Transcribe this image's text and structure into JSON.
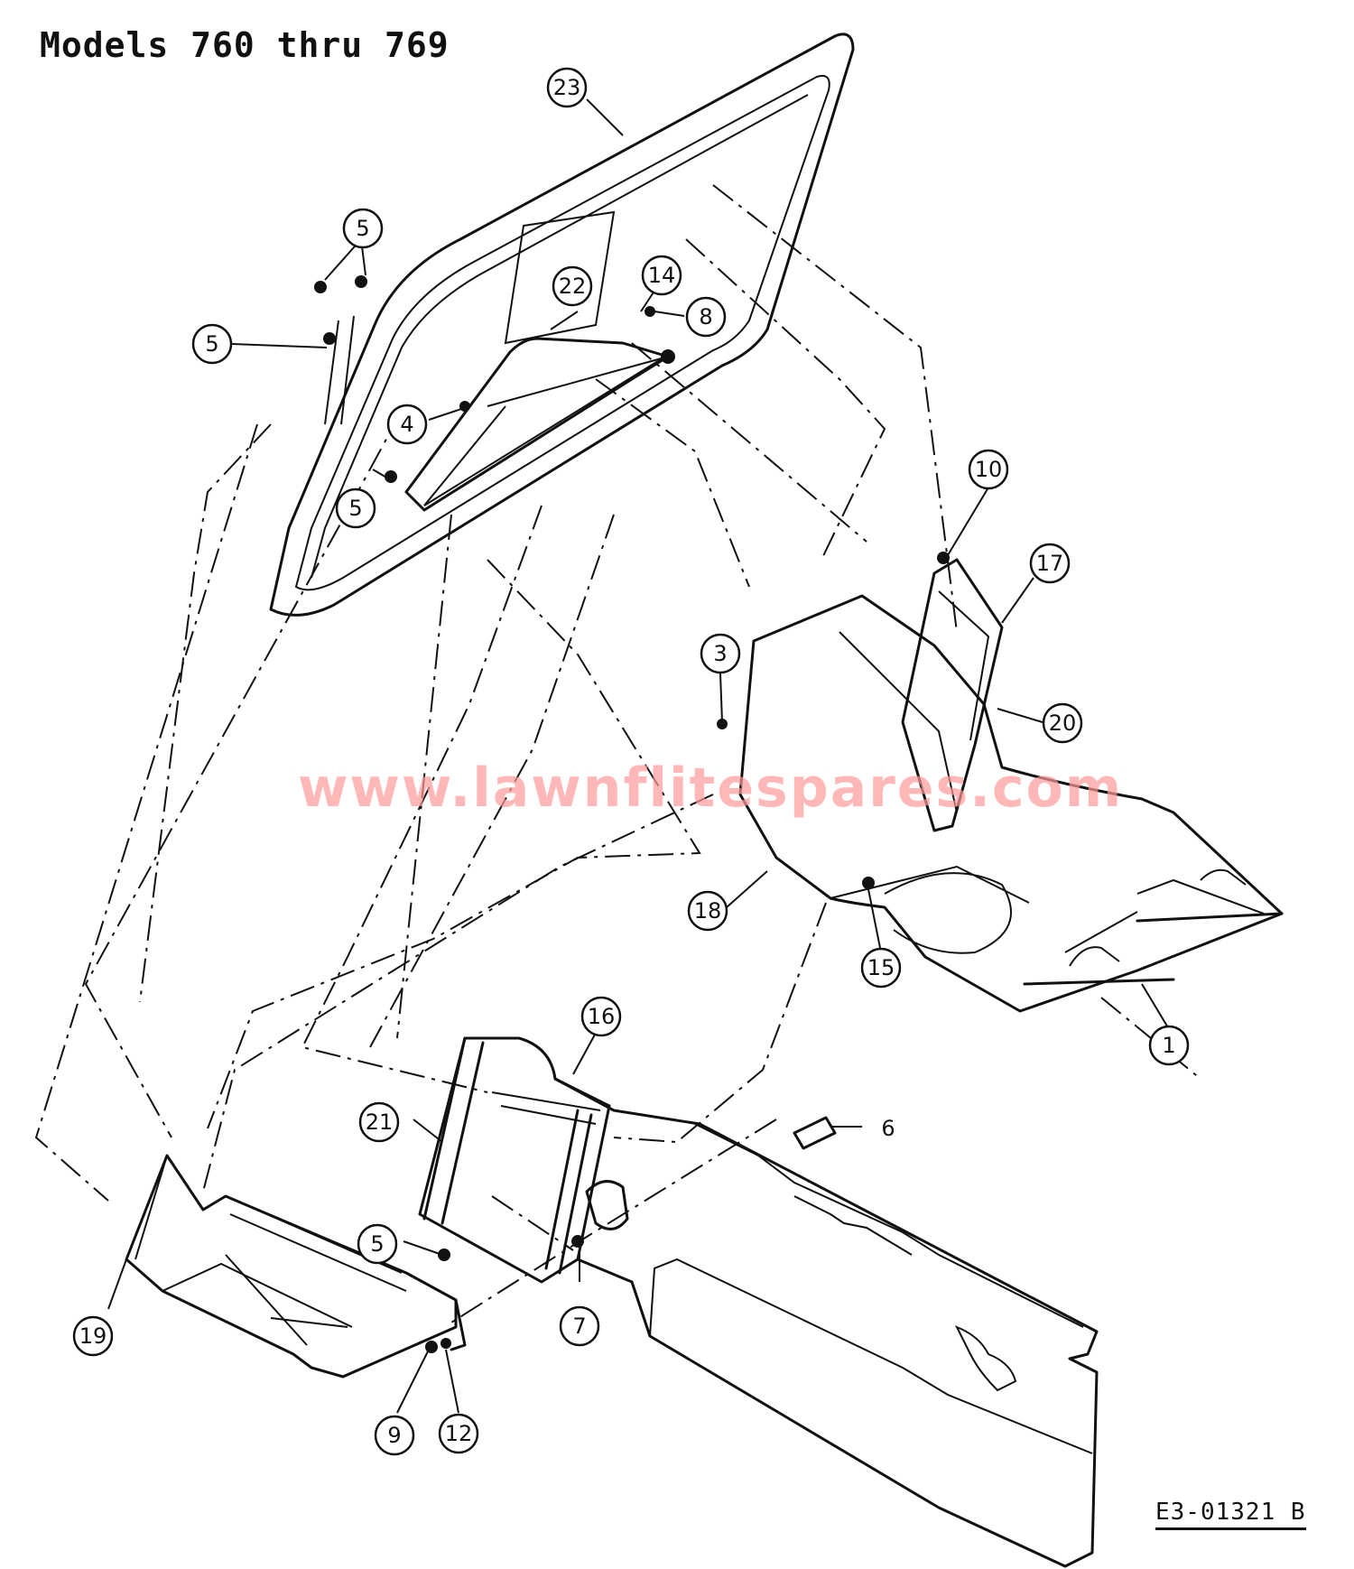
{
  "title": "Models 760 thru 769",
  "diagram_code": "E3-01321 B",
  "watermark": "www.lawnflitespares.com",
  "callouts": [
    {
      "id": "c23",
      "label": "23"
    },
    {
      "id": "c5a",
      "label": "5"
    },
    {
      "id": "c5b",
      "label": "5"
    },
    {
      "id": "c5c",
      "label": "5"
    },
    {
      "id": "c22",
      "label": "22"
    },
    {
      "id": "c14",
      "label": "14"
    },
    {
      "id": "c8",
      "label": "8"
    },
    {
      "id": "c4",
      "label": "4"
    },
    {
      "id": "c10",
      "label": "10"
    },
    {
      "id": "c17",
      "label": "17"
    },
    {
      "id": "c3",
      "label": "3"
    },
    {
      "id": "c20",
      "label": "20"
    },
    {
      "id": "c18",
      "label": "18"
    },
    {
      "id": "c15",
      "label": "15"
    },
    {
      "id": "c1",
      "label": "1"
    },
    {
      "id": "c16",
      "label": "16"
    },
    {
      "id": "c21",
      "label": "21"
    },
    {
      "id": "c6",
      "label": "6"
    },
    {
      "id": "c5d",
      "label": "5"
    },
    {
      "id": "c7",
      "label": "7"
    },
    {
      "id": "c19",
      "label": "19"
    },
    {
      "id": "c9",
      "label": "9"
    },
    {
      "id": "c12",
      "label": "12"
    }
  ]
}
